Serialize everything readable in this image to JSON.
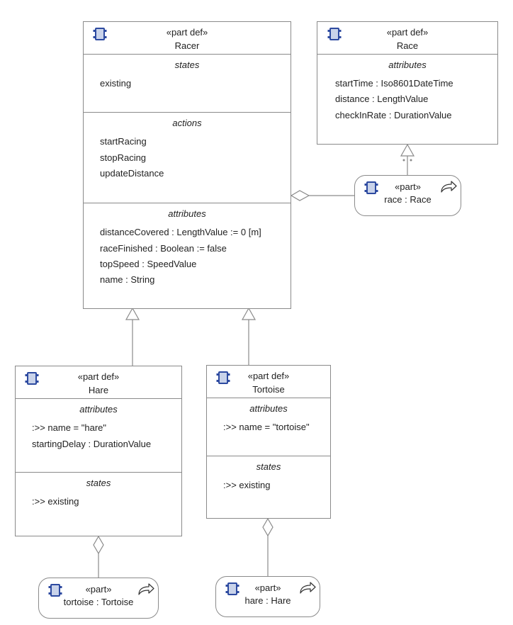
{
  "colors": {
    "border": "#8a8a8a",
    "icon_fill": "#c9d3ea",
    "icon_stroke": "#2d4aa0"
  },
  "racer": {
    "stereotype": "«part def»",
    "name": "Racer",
    "states_title": "states",
    "states": [
      "existing"
    ],
    "actions_title": "actions",
    "actions": [
      "startRacing",
      "stopRacing",
      "updateDistance"
    ],
    "attributes_title": "attributes",
    "attributes": [
      "distanceCovered : LengthValue := 0 [m]",
      "raceFinished : Boolean := false",
      "topSpeed : SpeedValue",
      "name : String"
    ]
  },
  "race": {
    "stereotype": "«part def»",
    "name": "Race",
    "attributes_title": "attributes",
    "attributes": [
      "startTime : Iso8601DateTime",
      "distance : LengthValue",
      "checkInRate : DurationValue"
    ]
  },
  "race_usage": {
    "stereotype": "«part»",
    "name": "race : Race",
    "icon": "reference-arrow-icon"
  },
  "hare": {
    "stereotype": "«part def»",
    "name": "Hare",
    "attributes_title": "attributes",
    "attributes": [
      ":>> name = \"hare\"",
      "startingDelay : DurationValue"
    ],
    "states_title": "states",
    "states": [
      ":>> existing"
    ]
  },
  "tortoise": {
    "stereotype": "«part def»",
    "name": "Tortoise",
    "attributes_title": "attributes",
    "attributes": [
      ":>> name = \"tortoise\""
    ],
    "states_title": "states",
    "states": [
      ":>> existing"
    ]
  },
  "tortoise_usage": {
    "stereotype": "«part»",
    "name": "tortoise : Tortoise",
    "icon": "reference-arrow-icon"
  },
  "hare_usage": {
    "stereotype": "«part»",
    "name": "hare : Hare",
    "icon": "reference-arrow-icon"
  }
}
